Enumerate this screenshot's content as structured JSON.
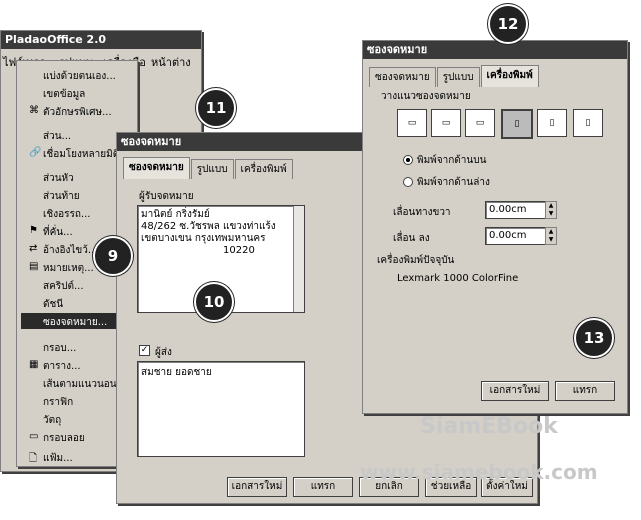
{
  "app": {
    "title": "PladaoOffice 2.0",
    "menus": [
      "ไฟล์",
      "แทรก",
      "รูปแบบ",
      "เครื่องมือ",
      "หน้าต่าง"
    ]
  },
  "insert_menu": {
    "items": [
      {
        "label": "แบ่งด้วยตนเอง..."
      },
      {
        "label": "เขตข้อมูล"
      },
      {
        "label": "ตัวอักษรพิเศษ..."
      },
      {
        "label": "ส่วน..."
      },
      {
        "label": "เชื่อมโยงหลายมิติ"
      },
      {
        "label": "ส่วนหัว"
      },
      {
        "label": "ส่วนท้าย"
      },
      {
        "label": "เชิงอรรถ..."
      },
      {
        "label": "ที่คั่น..."
      },
      {
        "label": "อ้างอิงไขว้..."
      },
      {
        "label": "หมายเหตุ..."
      },
      {
        "label": "สคริปต์..."
      },
      {
        "label": "ดัชนี"
      },
      {
        "label": "ซองจดหมาย..."
      },
      {
        "label": "กรอบ..."
      },
      {
        "label": "ตาราง..."
      },
      {
        "label": "เส้นตามแนวนอน"
      },
      {
        "label": "กราฟิก"
      },
      {
        "label": "วัตถุ"
      },
      {
        "label": "กรอบลอย"
      },
      {
        "label": "แฟ้ม..."
      }
    ]
  },
  "envelope1": {
    "title": "ซองจดหมาย",
    "tabs": [
      "ซองจดหมาย",
      "รูปแบบ",
      "เครื่องพิมพ์"
    ],
    "recipient_label": "ผู้รับจดหมาย",
    "recipient_lines": [
      "มานิตย์ กริ่งรัมย์",
      "48/262 ซ.วัชรพล แขวงท่าแร้ง",
      "เขตบางเขน กรุงเทพมหานคร",
      "10220"
    ],
    "sender_label": "ผู้ส่ง",
    "sender_text": "สมชาย ยอดชาย",
    "buttons": [
      "เอกสารใหม่",
      "แทรก",
      "ยกเลิก",
      "ช่วยเหลือ",
      "ตั้งค่าใหม่"
    ]
  },
  "envelope2": {
    "title": "ซองจดหมาย",
    "tabs": [
      "ซองจดหมาย",
      "รูปแบบ",
      "เครื่องพิมพ์"
    ],
    "orientation_label": "วางแนวซองจดหมาย",
    "radio1": "พิมพ์จากด้านบน",
    "radio2": "พิมพ์จากด้านล่าง",
    "shift_right_label": "เลื่อนทางขวา",
    "shift_right_value": "0.00cm",
    "shift_down_label": "เลื่อน ลง",
    "shift_down_value": "0.00cm",
    "printer_label": "เครื่องพิมพ์ปัจจุบัน",
    "printer_name": "Lexmark 1000 ColorFine",
    "buttons": [
      "เอกสารใหม่",
      "แทรก"
    ]
  },
  "callouts": {
    "c9": "9",
    "c10": "10",
    "c11": "11",
    "c12": "12",
    "c13": "13"
  },
  "watermark": {
    "line1": "SiamEBook",
    "line2": "www.siamebook.com"
  }
}
